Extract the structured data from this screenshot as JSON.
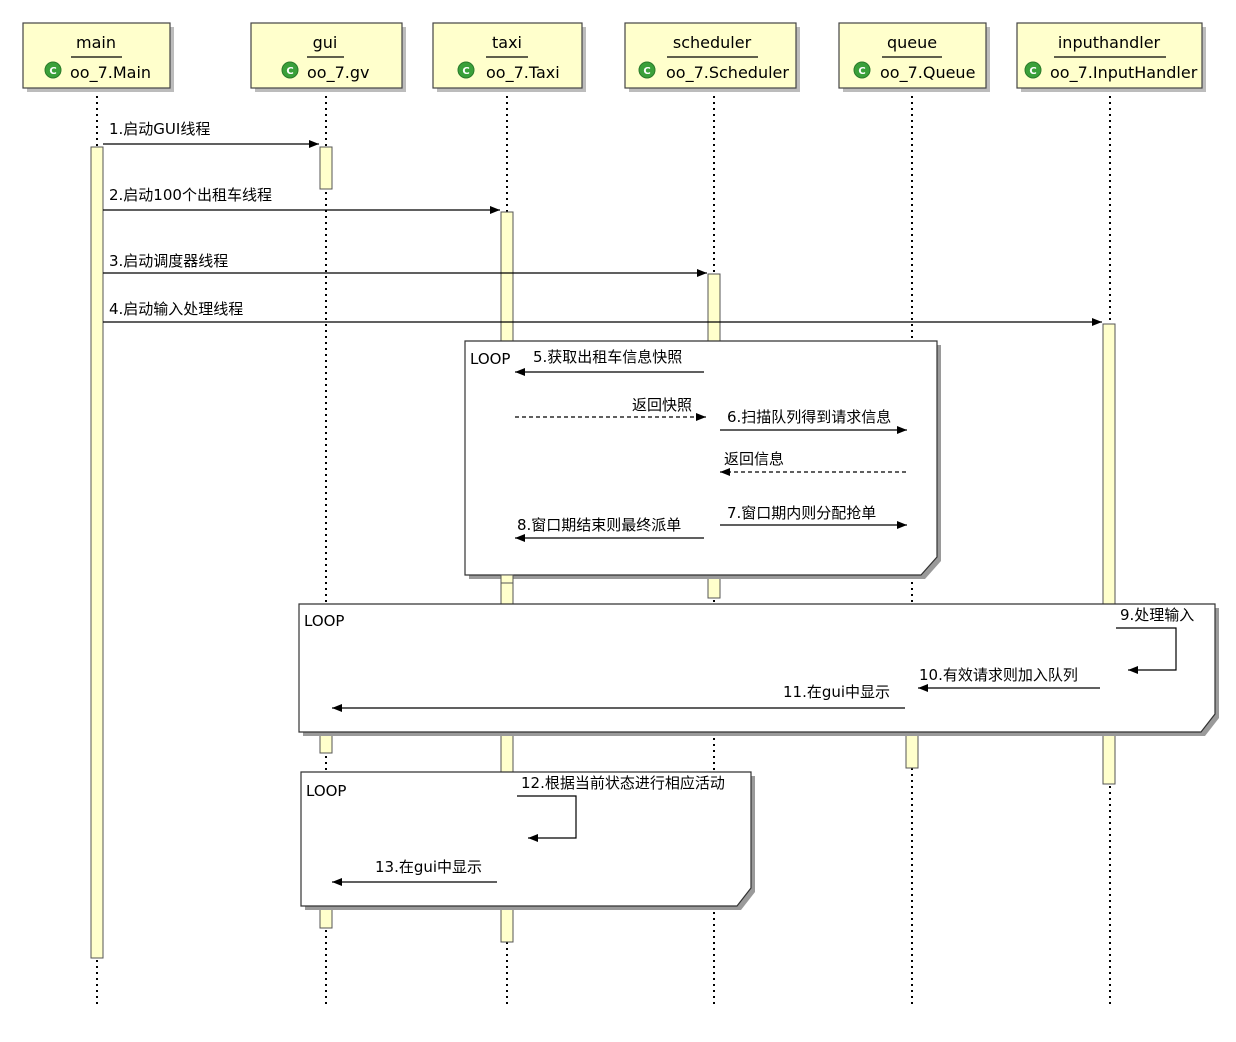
{
  "participants": [
    {
      "id": "main",
      "name": "main",
      "class": "oo_7.Main",
      "icon": "class-icon"
    },
    {
      "id": "gui",
      "name": "gui",
      "class": "oo_7.gv",
      "icon": "class-icon"
    },
    {
      "id": "taxi",
      "name": "taxi",
      "class": "oo_7.Taxi",
      "icon": "class-icon"
    },
    {
      "id": "scheduler",
      "name": "scheduler",
      "class": "oo_7.Scheduler",
      "icon": "class-icon"
    },
    {
      "id": "queue",
      "name": "queue",
      "class": "oo_7.Queue",
      "icon": "class-icon"
    },
    {
      "id": "inputhandler",
      "name": "inputhandler",
      "class": "oo_7.InputHandler",
      "icon": "class-icon"
    }
  ],
  "class_icon_letter": "C",
  "frames": [
    {
      "label": "LOOP"
    },
    {
      "label": "LOOP"
    },
    {
      "label": "LOOP"
    }
  ],
  "messages": [
    {
      "from": "main",
      "to": "gui",
      "label": "1.启动GUI线程",
      "style": "sync"
    },
    {
      "from": "main",
      "to": "taxi",
      "label": "2.启动100个出租车线程",
      "style": "sync"
    },
    {
      "from": "main",
      "to": "scheduler",
      "label": "3.启动调度器线程",
      "style": "sync"
    },
    {
      "from": "main",
      "to": "inputhandler",
      "label": "4.启动输入处理线程",
      "style": "sync"
    },
    {
      "from": "scheduler",
      "to": "taxi",
      "label": "5.获取出租车信息快照",
      "style": "sync"
    },
    {
      "from": "taxi",
      "to": "scheduler",
      "label": "返回快照",
      "style": "return"
    },
    {
      "from": "scheduler",
      "to": "queue",
      "label": "6.扫描队列得到请求信息",
      "style": "sync"
    },
    {
      "from": "queue",
      "to": "scheduler",
      "label": "返回信息",
      "style": "return"
    },
    {
      "from": "scheduler",
      "to": "queue",
      "label": "7.窗口期内则分配抢单",
      "style": "sync"
    },
    {
      "from": "scheduler",
      "to": "taxi",
      "label": "8.窗口期结束则最终派单",
      "style": "sync"
    },
    {
      "from": "inputhandler",
      "to": "inputhandler",
      "label": "9.处理输入",
      "style": "self"
    },
    {
      "from": "inputhandler",
      "to": "queue",
      "label": "10.有效请求则加入队列",
      "style": "sync"
    },
    {
      "from": "queue",
      "to": "gui",
      "label": "11.在gui中显示",
      "style": "sync"
    },
    {
      "from": "taxi",
      "to": "taxi",
      "label": "12.根据当前状态进行相应活动",
      "style": "self"
    },
    {
      "from": "taxi",
      "to": "gui",
      "label": "13.在gui中显示",
      "style": "sync"
    }
  ],
  "colors": {
    "participant_fill": "#ffffcc",
    "activation_fill": "#ffffcc",
    "class_icon": "#3aa03a"
  }
}
